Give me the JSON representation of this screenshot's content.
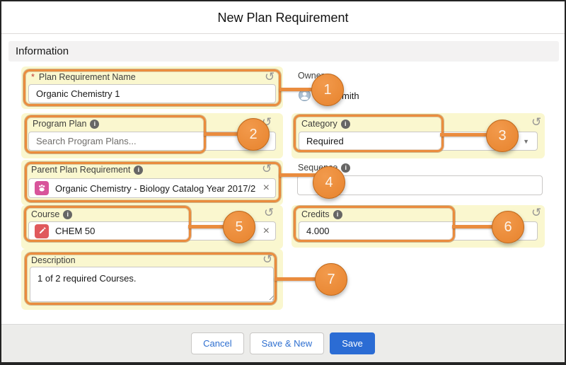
{
  "window": {
    "title": "New Plan Requirement"
  },
  "section": {
    "title": "Information"
  },
  "fields": {
    "plan_requirement_name": {
      "label": "Plan Requirement Name",
      "required_mark": "*",
      "value": "Organic Chemistry 1"
    },
    "owner": {
      "label": "Owner",
      "name": "Sam Smith"
    },
    "program_plan": {
      "label": "Program Plan",
      "placeholder": "Search Program Plans..."
    },
    "category": {
      "label": "Category",
      "value": "Required"
    },
    "parent_plan_requirement": {
      "label": "Parent Plan Requirement",
      "value": "Organic Chemistry - Biology Catalog Year 2017/2"
    },
    "sequence": {
      "label": "Sequence",
      "value": ""
    },
    "course": {
      "label": "Course",
      "value": "CHEM 50"
    },
    "credits": {
      "label": "Credits",
      "value": "4.000"
    },
    "description": {
      "label": "Description",
      "value": "1 of 2 required Courses."
    }
  },
  "callouts": {
    "c1": "1",
    "c2": "2",
    "c3": "3",
    "c4": "4",
    "c5": "5",
    "c6": "6",
    "c7": "7"
  },
  "footer": {
    "cancel": "Cancel",
    "save_new": "Save & New",
    "save": "Save"
  },
  "icons": {
    "info": "i",
    "undo": "↺",
    "remove": "×",
    "caret": "▼"
  },
  "colors": {
    "accent_orange": "#EA8C3E",
    "highlight_yellow": "#FAF7CF",
    "save_blue": "#2B6CD4",
    "button_text_blue": "#2E6FD0"
  }
}
